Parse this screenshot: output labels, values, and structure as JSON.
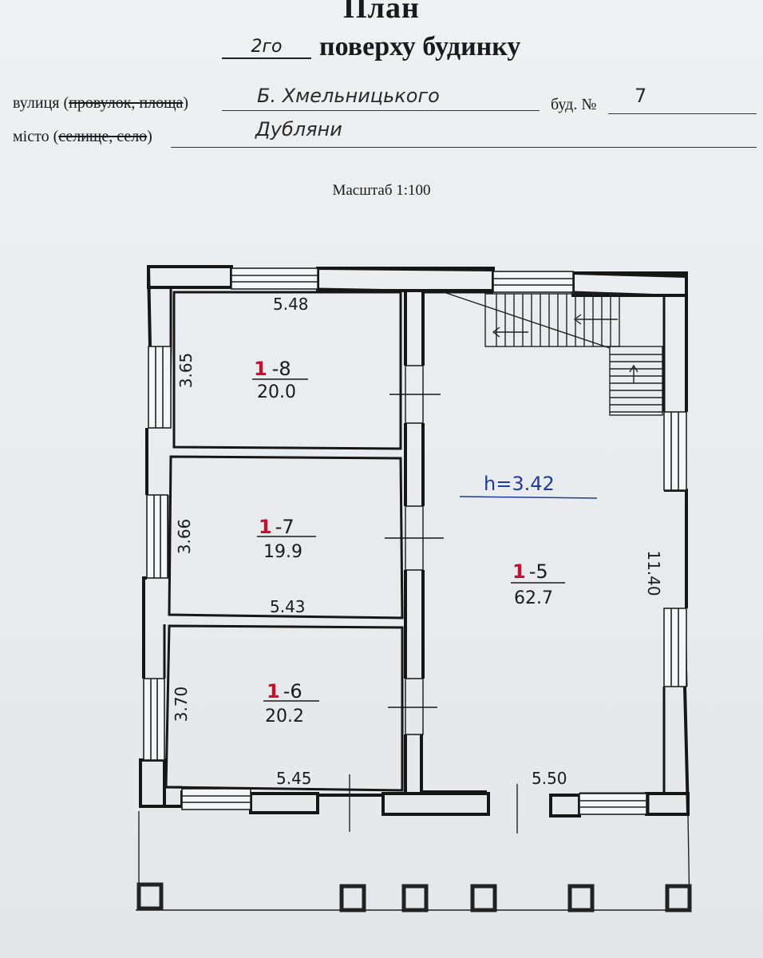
{
  "header": {
    "title": "План",
    "floor_value": "2го",
    "floor_suffix": "поверху будинку",
    "street_label_prefix": "вулиця (",
    "street_label_struck": "провулок, площа",
    "street_label_suffix": ")",
    "street_value": "Б. Хмельницького",
    "building_label": "буд. №",
    "building_value": "7",
    "city_label_prefix": "місто (",
    "city_label_struck": "селище, село",
    "city_label_suffix": ")",
    "city_value": "Дубляни",
    "scale": "Масштаб 1:100"
  },
  "plan": {
    "ceiling_height": "h=3.42",
    "rooms": [
      {
        "id_prefix": "1",
        "id_suffix": "-8",
        "area": "20.0",
        "width": "5.48",
        "height": "3.65"
      },
      {
        "id_prefix": "1",
        "id_suffix": "-7",
        "area": "19.9",
        "width": "5.43",
        "height": "3.66"
      },
      {
        "id_prefix": "1",
        "id_suffix": "-6",
        "area": "20.2",
        "width": "5.45",
        "height": "3.70"
      },
      {
        "id_prefix": "1",
        "id_suffix": "-5",
        "area": "62.7",
        "width": "5.50",
        "height": "11.40"
      }
    ]
  },
  "colors": {
    "wall": "#161616",
    "accent_red": "#c8102e",
    "accent_blue": "#1f3c99"
  }
}
